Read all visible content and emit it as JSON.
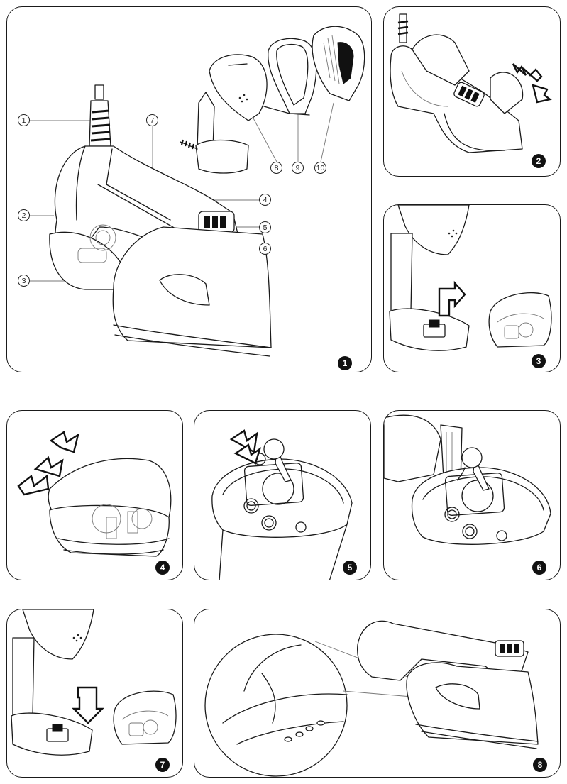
{
  "figure_1": {
    "step": "1",
    "callouts": [
      "1",
      "2",
      "3",
      "4",
      "5",
      "6",
      "7",
      "8",
      "9",
      "10"
    ]
  },
  "steps": [
    "2",
    "3",
    "4",
    "5",
    "6",
    "7",
    "8"
  ]
}
